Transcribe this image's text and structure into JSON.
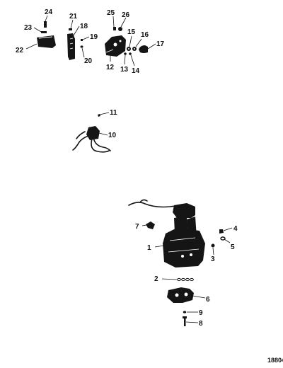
{
  "diagram": {
    "reference_number": "18804",
    "callouts": [
      "1",
      "2",
      "3",
      "4",
      "5",
      "6",
      "7",
      "8",
      "9",
      "10",
      "11",
      "12",
      "13",
      "14",
      "15",
      "16",
      "17",
      "18",
      "19",
      "20",
      "21",
      "22",
      "23",
      "24",
      "25",
      "26"
    ]
  }
}
